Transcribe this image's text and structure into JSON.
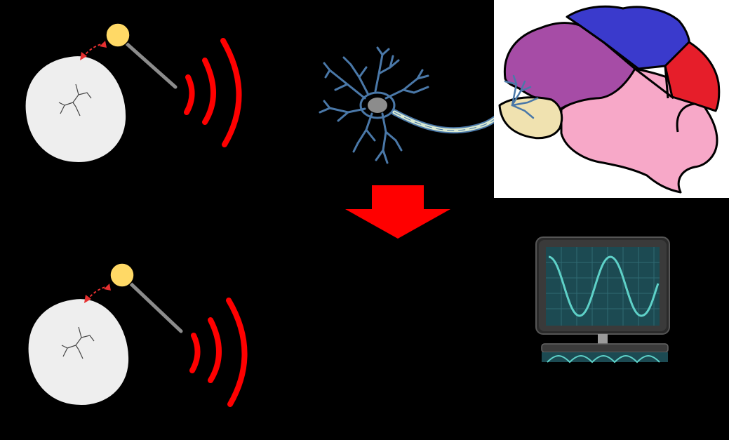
{
  "diagram": {
    "colors": {
      "background": "#000000",
      "egg": "#eeeeee",
      "tapper_ball": "#ffd966",
      "tapper_rod": "#8c8c8c",
      "sound_waves": "#ff0000",
      "tap_arrow": "#e63030",
      "neuron": "#4a78a8",
      "neuron_soma": "#8c8c8c",
      "axon_fill": "#d9ead3",
      "brain_frontal": "#a64ca6",
      "brain_parietal": "#3a3acc",
      "brain_occipital": "#e61e2a",
      "brain_temporal": "#f7a8c8",
      "brain_cerebellum": "#f0e2b0",
      "down_arrow": "#ff0000",
      "monitor_screen": "#1c4a52",
      "monitor_wave": "#5ed1c8"
    },
    "top_row": [
      "egg-with-crack",
      "tapper-stick",
      "sound-waves",
      "neuron",
      "brain"
    ],
    "bottom_row": [
      "egg-with-crack",
      "tapper-stick",
      "sound-waves",
      "oscilloscope-monitor"
    ]
  }
}
